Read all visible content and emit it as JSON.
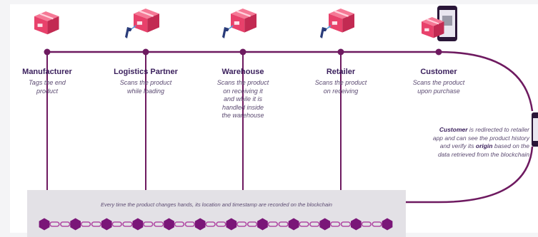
{
  "stages": [
    {
      "title": "Manufacturer",
      "desc": [
        "Tags the end",
        "product"
      ],
      "icon": "package-icon"
    },
    {
      "title": "Logistics Partner",
      "desc": [
        "Scans the product",
        "while loading"
      ],
      "icon": "scanned-package-icon"
    },
    {
      "title": "Warehouse",
      "desc": [
        "Scans the product",
        "on receiving it",
        "and while it is",
        "handled inside",
        "the warehouse"
      ],
      "icon": "scanned-package-icon"
    },
    {
      "title": "Retailer",
      "desc": [
        "Scans the product",
        "on receiving"
      ],
      "icon": "scanned-package-icon"
    },
    {
      "title": "Customer",
      "desc": [
        "Scans the product",
        "upon purchase"
      ],
      "icon": "phone-scan-package-icon"
    }
  ],
  "customer_note": {
    "line1_strong": "Customer",
    "line1_rest": " is redirected to retailer",
    "line2": "app and can see the product history",
    "line3_pre": "and verify its ",
    "line3_strong": "origin",
    "line3_post": " based on the",
    "line4": "data retrieved from the blockchain"
  },
  "blockchain_caption": "Every time the product changes hands, its location and timestamp are recorded on the blockchain",
  "colors": {
    "line": "#6e1a60",
    "box": "#e8416b",
    "box_top": "#f57895",
    "box_side": "#c22a52",
    "block": "#7a1678",
    "link": "#b04aa4",
    "title": "#3a1f5c"
  }
}
